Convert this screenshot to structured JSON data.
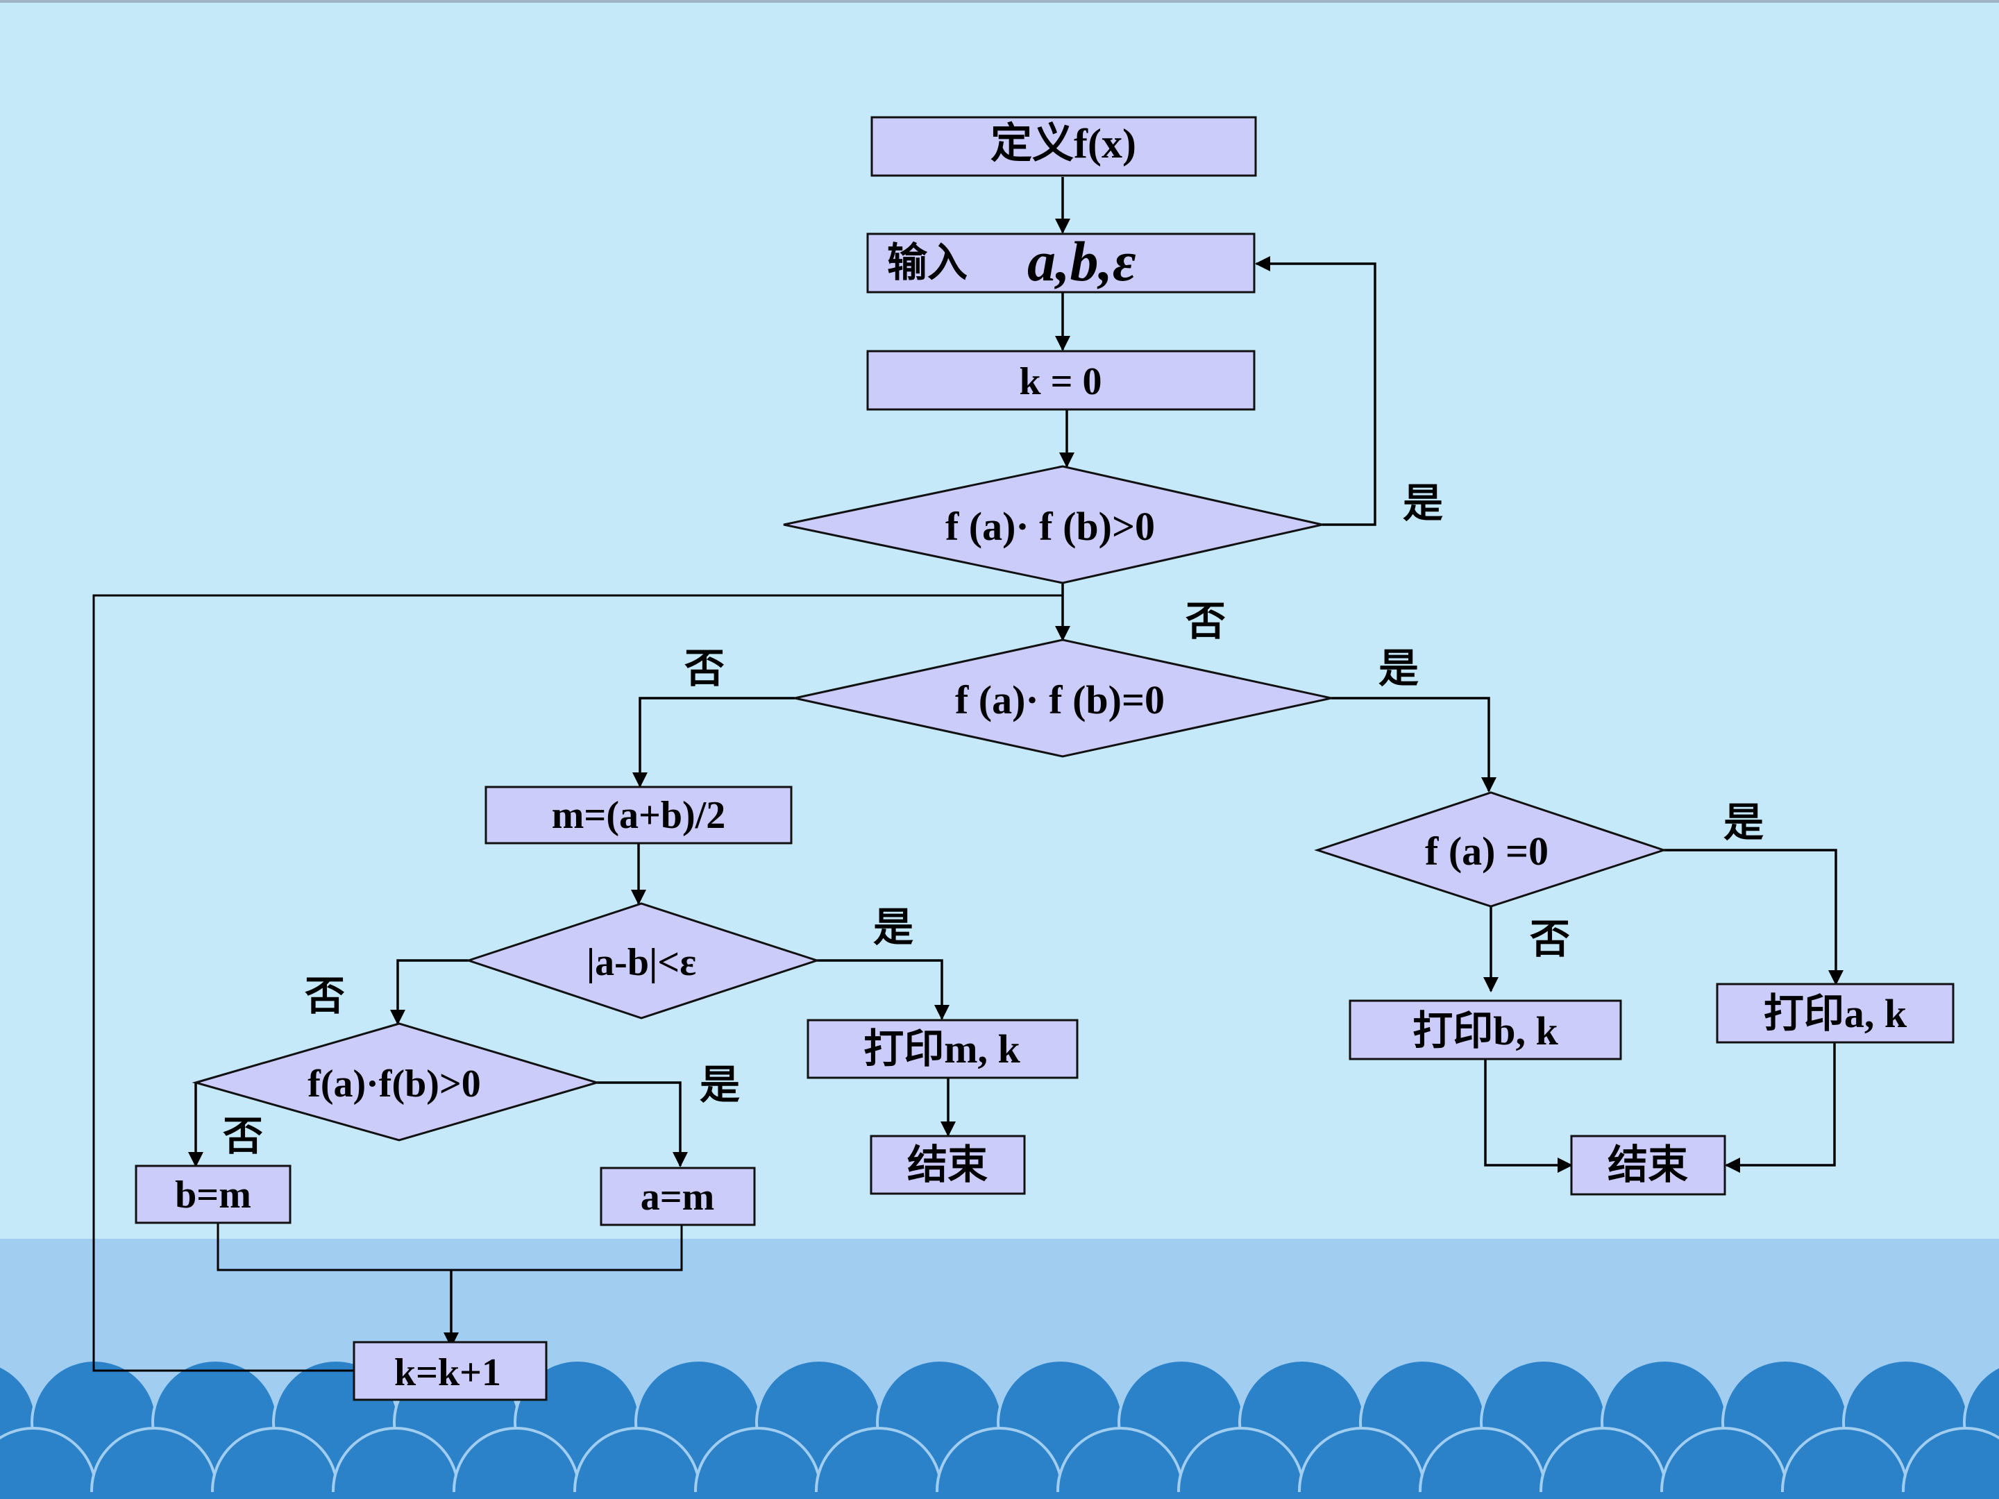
{
  "colors": {
    "sky": "#c6e9f9",
    "sea": "#a0cdf0",
    "wave_back": "#2c82c8",
    "wave_front": "#2c82c8",
    "shape_fill": "#ccccfb",
    "stroke": "#000000"
  },
  "nodes": {
    "define_f": "定义f(x)",
    "input_prefix": "输入",
    "input_vars": "a,b,ε",
    "k_init": "k = 0",
    "cond_pos": "f (a)· f (b)>0",
    "cond_zero": "f (a)· f (b)=0",
    "midpoint": "m=(a+b)/2",
    "cond_eps": "|a-b|<ε",
    "cond_sign": "f(a)·f(b)>0",
    "assign_b": "b=m",
    "assign_a": "a=m",
    "print_mk": "打印m, k",
    "end_left": "结束",
    "cond_fa": "f (a) =0",
    "print_bk": "打印b, k",
    "print_ak": "打印a, k",
    "end_right": "结束",
    "k_inc": "k=k+1"
  },
  "edge_labels": {
    "yes": "是",
    "no": "否"
  }
}
